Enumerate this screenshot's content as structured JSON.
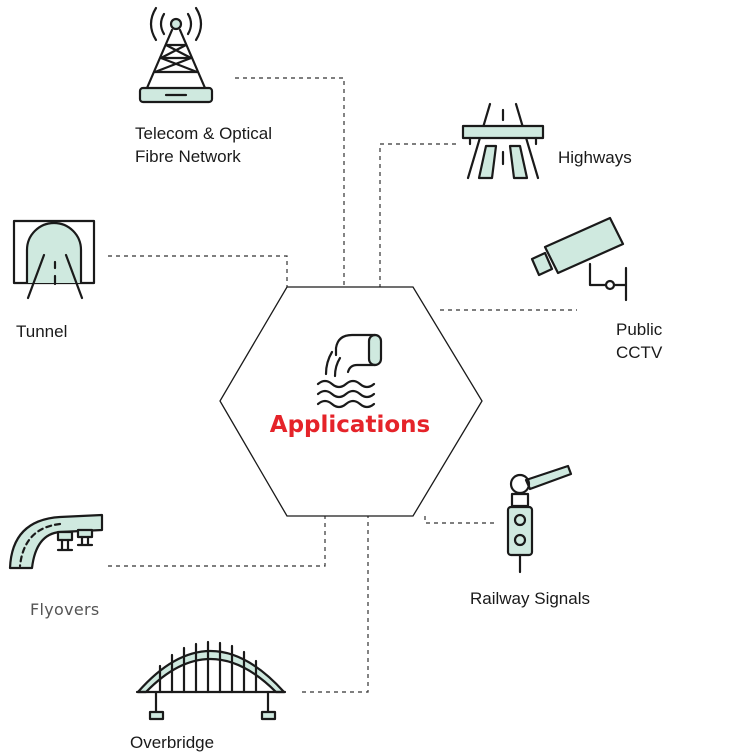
{
  "center": {
    "label": "Applications",
    "icon": "pipe-water-icon",
    "accent": "#e52329"
  },
  "icon_fill": "#cfe9df",
  "applications": [
    {
      "id": "telecom",
      "label_lines": [
        "Telecom & Optical",
        "Fibre Network"
      ],
      "icon": "telecom-tower-icon"
    },
    {
      "id": "highways",
      "label_lines": [
        "Highways"
      ],
      "icon": "highway-icon"
    },
    {
      "id": "tunnel",
      "label_lines": [
        "Tunnel"
      ],
      "icon": "tunnel-icon"
    },
    {
      "id": "cctv",
      "label_lines": [
        "Public",
        "CCTV"
      ],
      "icon": "cctv-camera-icon"
    },
    {
      "id": "flyovers",
      "label_lines": [
        "Flyovers"
      ],
      "icon": "flyover-icon"
    },
    {
      "id": "railway",
      "label_lines": [
        "Railway Signals"
      ],
      "icon": "railway-signal-icon"
    },
    {
      "id": "overbridge",
      "label_lines": [
        "Overbridge"
      ],
      "icon": "bridge-icon"
    }
  ]
}
